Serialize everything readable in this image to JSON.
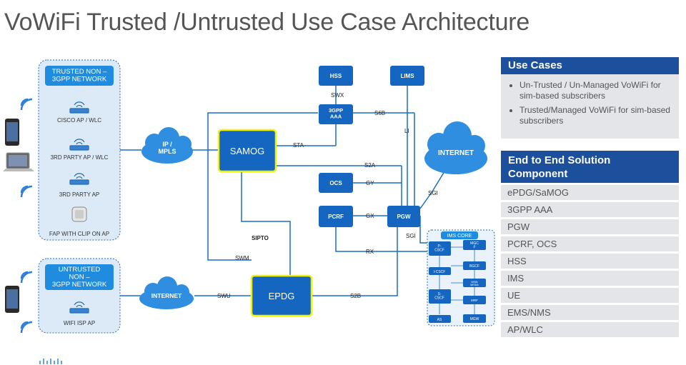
{
  "title": "VoWiFi Trusted /Untrusted Use Case Architecture",
  "colors": {
    "box": "#1566c0",
    "line": "#1a6dc8",
    "highlight": "#f2f200",
    "panel_header": "#1c4f9c",
    "panel_bg": "#e3e5e9",
    "cloud": "#2f8ee0"
  },
  "trusted_group": {
    "title": "TRUSTED NON –\n3GPP NETWORK",
    "items": [
      "CISCO AP / WLC",
      "3RD PARTY AP / WLC",
      "3RD PARTY AP",
      "FAP WITH CLIP ON AP"
    ]
  },
  "untrusted_group": {
    "title": "UNTRUSTED\nNON –\n3GPP NETWORK",
    "items": [
      "WIFI ISP AP"
    ]
  },
  "clouds": {
    "ip_mpls": "IP /\nMPLS",
    "internet_left": "INTERNET",
    "internet_right": "INTERNET"
  },
  "nodes": {
    "hss": "HSS",
    "lims": "LIMS",
    "aaa": "3GPP\nAAA",
    "samog": "SAMOG",
    "ocs": "OCS",
    "pcrf": "PCRF",
    "pgw": "PGW",
    "epdg": "EPDG"
  },
  "interfaces": {
    "swx": "SWX",
    "s6b": "S6B",
    "li": "LI",
    "sta": "STA",
    "s2a": "S2A",
    "gy": "GY",
    "gx": "GX",
    "sgi_top": "SGI",
    "sgi_bottom": "SGI",
    "sipto": "SIPTO",
    "swm": "SWM",
    "rx": "RX",
    "swu": "SWU",
    "s2b": "S2B"
  },
  "ims_core": {
    "title": "IMS CORE",
    "nodes": [
      "P-\nCSCF",
      "I-CSCF",
      "S-\nCSCF",
      "AS",
      "MGC\nF",
      "BGCF",
      "MSIN\nMEDIA",
      "MRF",
      "MGW"
    ]
  },
  "use_cases": {
    "header": "Use Cases",
    "items": [
      "Un-Trusted  / Un-Managed VoWiFi for sim-based subscribers",
      "Trusted/Managed VoWiFi for sim-based subscribers"
    ]
  },
  "components": {
    "header": "End to End Solution Component",
    "items": [
      "ePDG/SaMOG",
      "3GPP AAA",
      "PGW",
      "PCRF, OCS",
      "HSS",
      "IMS",
      "UE",
      "EMS/NMS",
      "AP/WLC"
    ]
  },
  "footer_logo": "cisco"
}
